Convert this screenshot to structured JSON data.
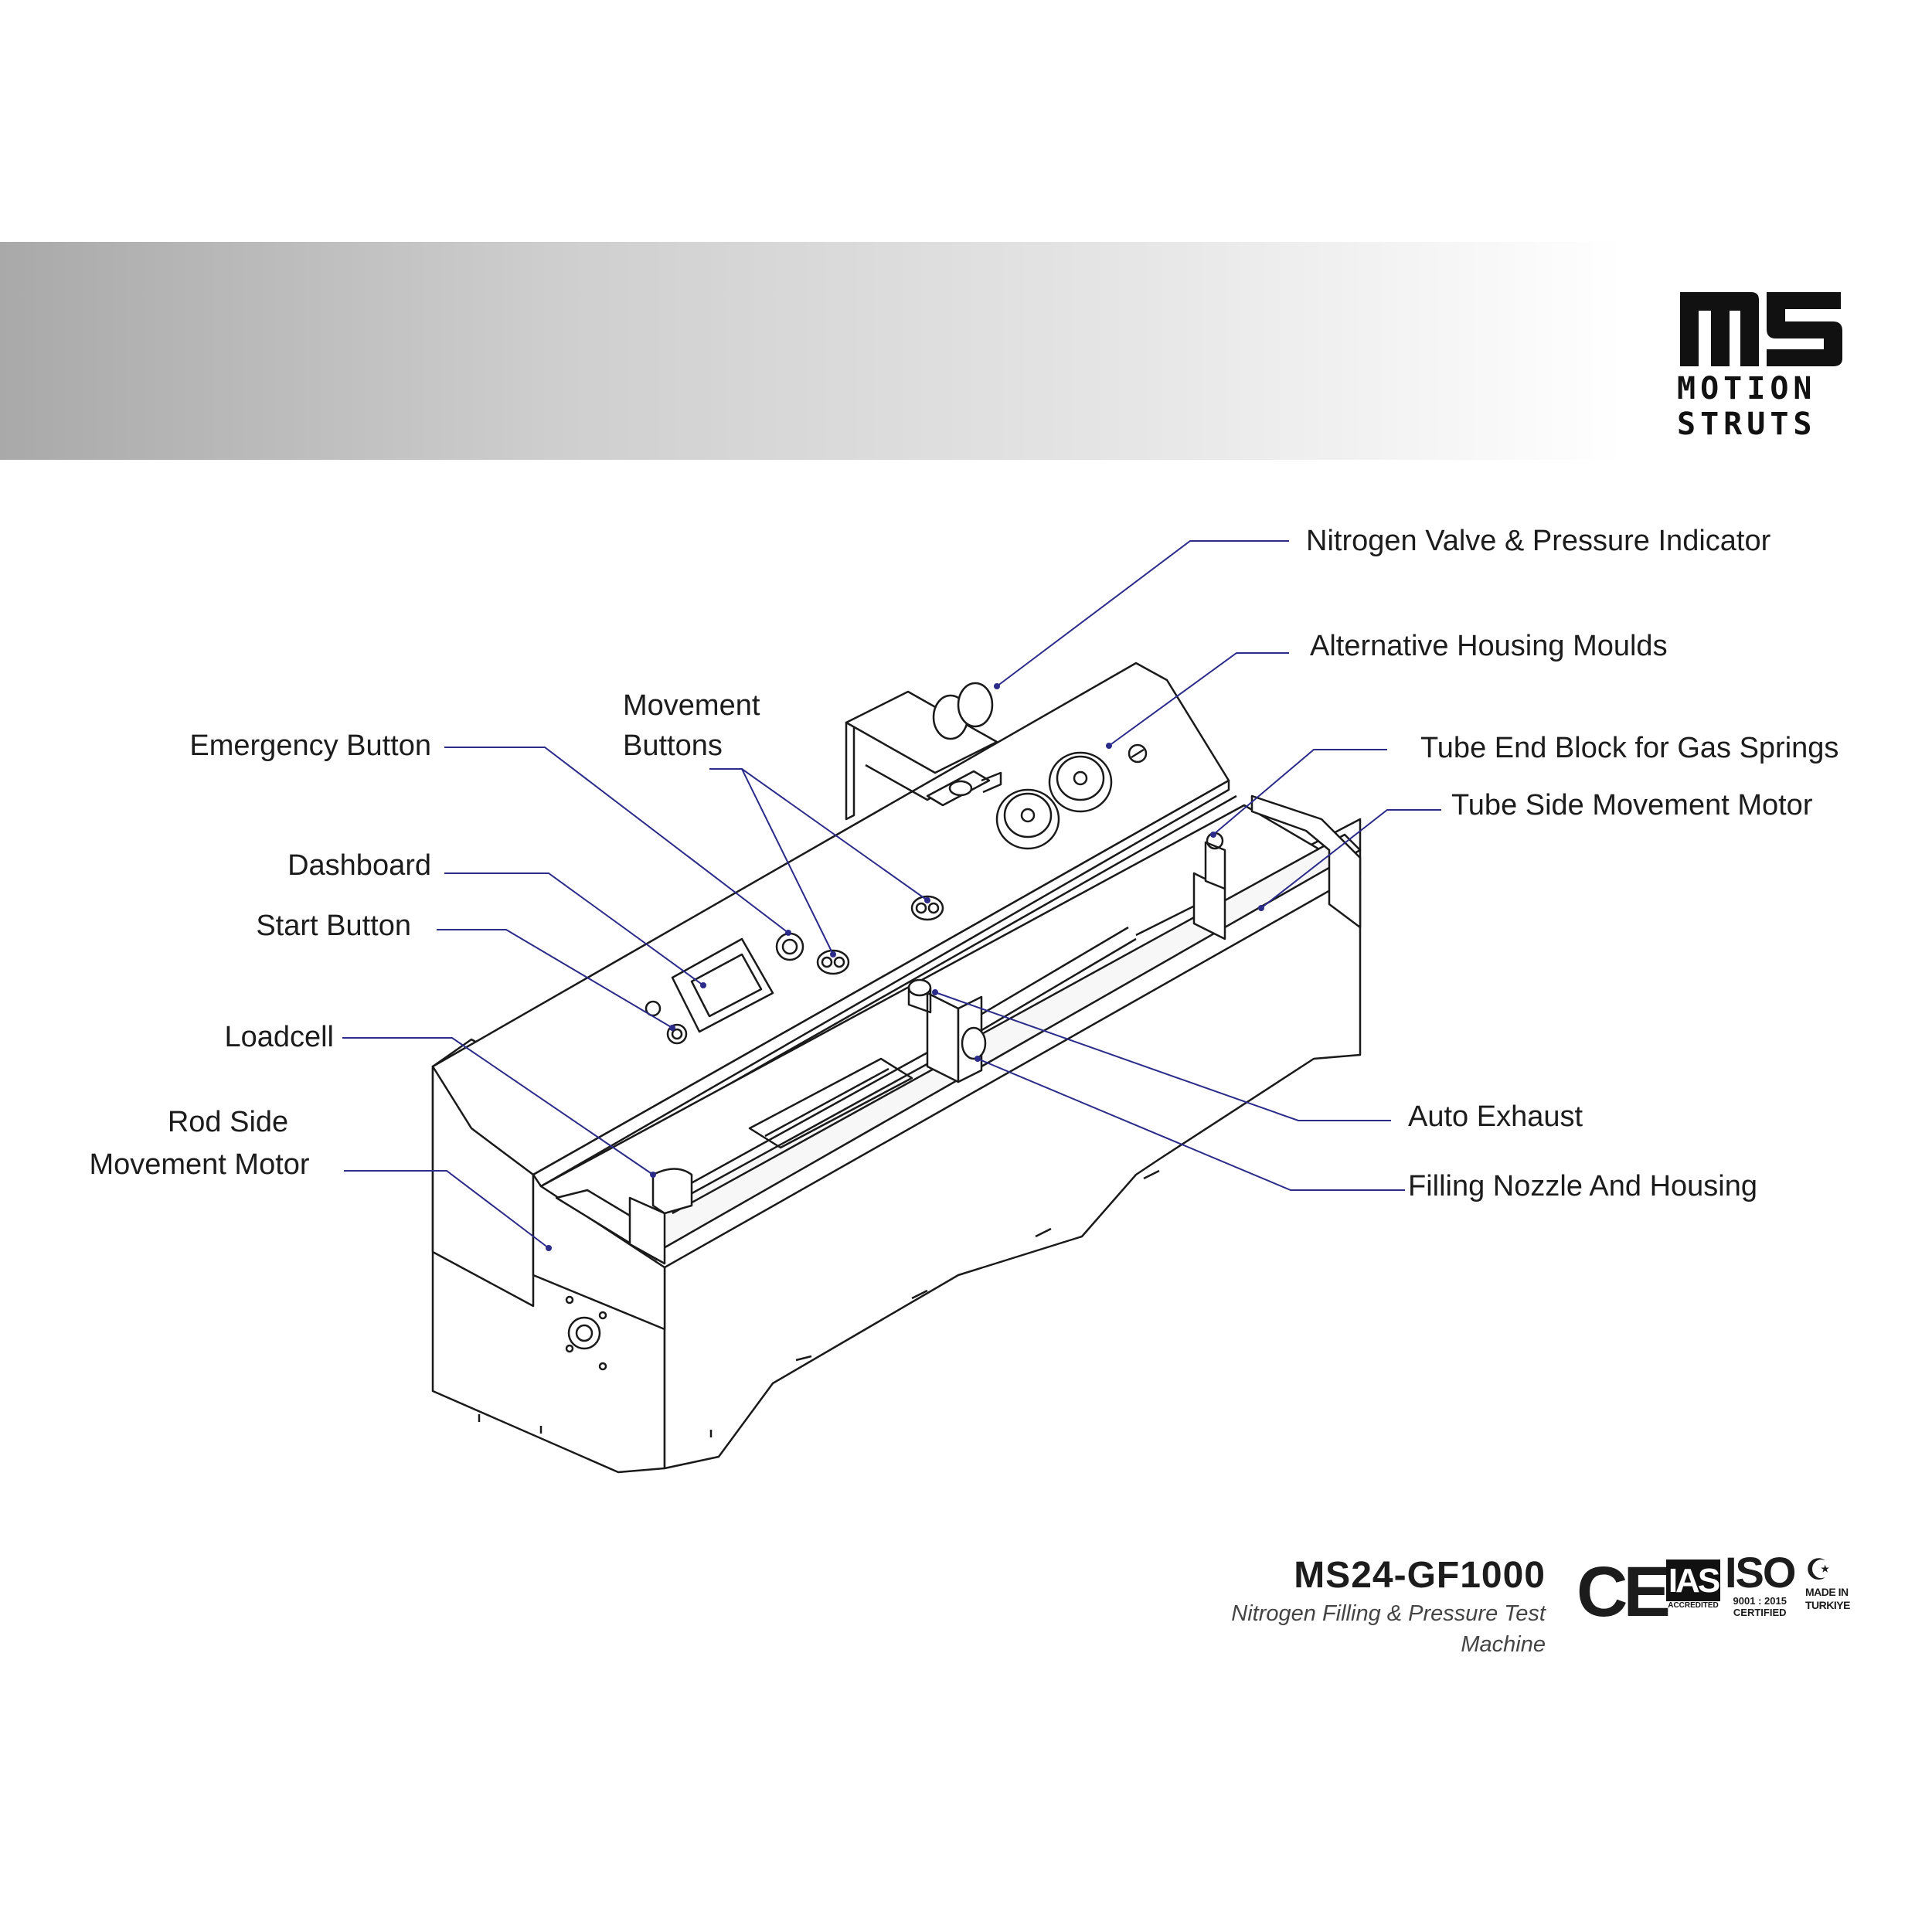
{
  "brand": {
    "logo_mark": "ms",
    "logo_line1": "MOTION",
    "logo_line2": "STRUTS"
  },
  "labels": {
    "nitrogen_valve": "Nitrogen Valve & Pressure Indicator",
    "alternative_housing": "Alternative Housing Moulds",
    "tube_end_block": "Tube End Block for Gas Springs",
    "tube_side_motor": "Tube Side Movement Motor",
    "movement_buttons_line1": "Movement",
    "movement_buttons_line2": "Buttons",
    "emergency_button": "Emergency Button",
    "dashboard": "Dashboard",
    "start_button": "Start Button",
    "loadcell": "Loadcell",
    "rod_side_line1": "Rod Side",
    "rod_side_line2": "Movement Motor",
    "auto_exhaust": "Auto Exhaust",
    "filling_nozzle": "Filling Nozzle And Housing"
  },
  "product": {
    "model": "MS24-GF1000",
    "description": "Nitrogen Filling & Pressure Test Machine"
  },
  "certifications": {
    "ce": "CE",
    "ias": "IAS",
    "ias_sub": "ACCREDITED",
    "iso": "ISO",
    "iso_standard": "9001 : 2015",
    "iso_certified": "CERTIFIED",
    "made_in_line1": "MADE IN",
    "made_in_line2": "TURKIYE"
  },
  "colors": {
    "leader_line": "#2b2b8a",
    "drawing_stroke": "#1a1a1a",
    "banner_dark": "#a9a9a9"
  }
}
